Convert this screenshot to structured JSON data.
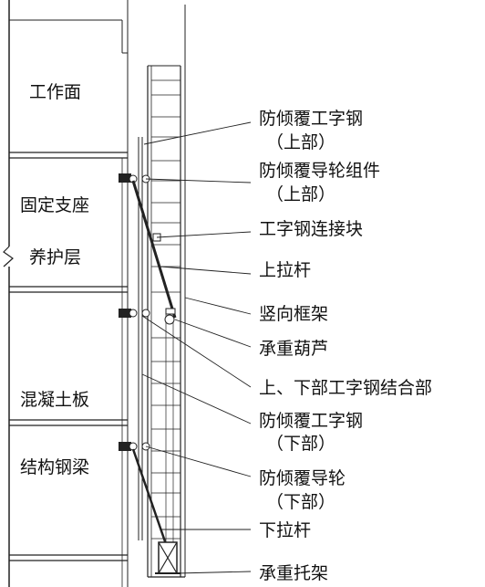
{
  "building_labels": {
    "work_face": "工作面",
    "fixed_support": "固定支座",
    "curing_layer": "养护层",
    "concrete_slab": "混凝土板",
    "steel_beam": "结构钢梁"
  },
  "callouts": [
    {
      "line1": "防倾覆工字钢",
      "line2": "（上部）"
    },
    {
      "line1": "防倾覆导轮组件",
      "line2": "（上部）"
    },
    {
      "line1": "工字钢连接块",
      "line2": ""
    },
    {
      "line1": "上拉杆",
      "line2": ""
    },
    {
      "line1": "竖向框架",
      "line2": ""
    },
    {
      "line1": "承重葫芦",
      "line2": ""
    },
    {
      "line1": "上、下部工字钢结合部",
      "line2": ""
    },
    {
      "line1": "防倾覆工字钢",
      "line2": "（下部）"
    },
    {
      "line1": "防倾覆导轮",
      "line2": "（下部）"
    },
    {
      "line1": "下拉杆",
      "line2": ""
    },
    {
      "line1": "承重托架",
      "line2": ""
    }
  ]
}
